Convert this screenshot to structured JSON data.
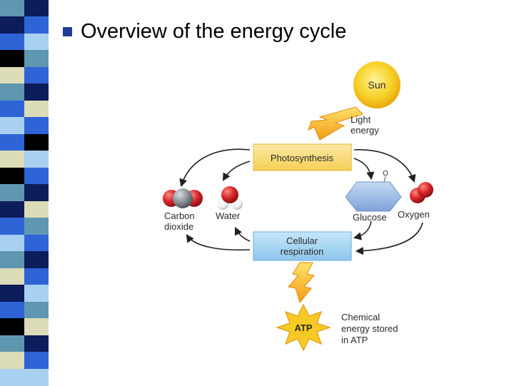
{
  "slide": {
    "title": "Overview of the energy cycle"
  },
  "diagram": {
    "sun": "Sun",
    "light_energy": [
      "Light",
      "energy"
    ],
    "photosynthesis": "Photosynthesis",
    "cellular_respiration": [
      "Cellular",
      "respiration"
    ],
    "carbon_dioxide": [
      "Carbon",
      "dioxide"
    ],
    "water": "Water",
    "glucose": "Glucose",
    "glucose_atom": "O",
    "oxygen": "Oxygen",
    "atp": "ATP",
    "chemical_energy": [
      "Chemical",
      "energy stored",
      "in ATP"
    ]
  },
  "colors": {
    "stripe_dark": "#0d1c5a",
    "stripe_blue": "#2f64d6",
    "stripe_teal": "#5f97b0",
    "stripe_light": "#a8d0f0",
    "stripe_cream": "#dcdcb8",
    "stripe_black": "#000000",
    "sun_yellow": "#f5c21a",
    "process_box": "#f8d86a",
    "respiration_box": "#9ccfee",
    "glucose_blue": "#8fb3e2",
    "oxygen_red": "#d8262b",
    "carbon_gray": "#8a8f96",
    "water_white": "#f2f2f2"
  }
}
